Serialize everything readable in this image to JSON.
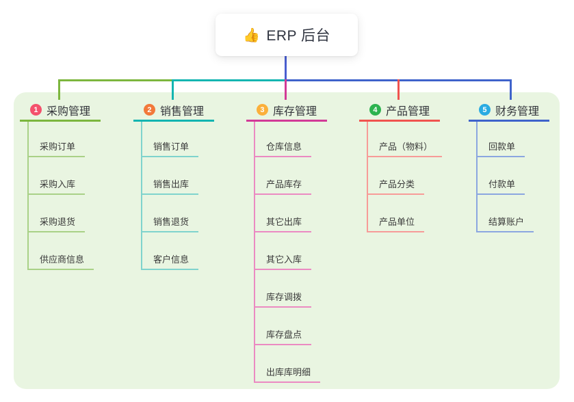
{
  "root": {
    "icon": "👍",
    "label": "ERP 后台"
  },
  "branches": [
    {
      "num": "1",
      "title": "采购管理",
      "badge_color": "#f4516c",
      "line_color": "#7cb63e",
      "child_line_color": "#a9d187",
      "children": [
        "采购订单",
        "采购入库",
        "采购退货",
        "供应商信息"
      ]
    },
    {
      "num": "2",
      "title": "销售管理",
      "badge_color": "#f2793a",
      "line_color": "#13b5b1",
      "child_line_color": "#7fd3cd",
      "children": [
        "销售订单",
        "销售出库",
        "销售退货",
        "客户信息"
      ]
    },
    {
      "num": "3",
      "title": "库存管理",
      "badge_color": "#fbb03b",
      "line_color": "#d23a97",
      "child_line_color": "#eb8ac2",
      "children": [
        "仓库信息",
        "产品库存",
        "其它出库",
        "其它入库",
        "库存调拨",
        "库存盘点",
        "出库库明细"
      ]
    },
    {
      "num": "4",
      "title": "产品管理",
      "badge_color": "#2cb34f",
      "line_color": "#f0534f",
      "child_line_color": "#f79b98",
      "children": [
        "产品（物料）",
        "产品分类",
        "产品单位"
      ]
    },
    {
      "num": "5",
      "title": "财务管理",
      "badge_color": "#2aabe2",
      "line_color": "#3f63cb",
      "child_line_color": "#8ba6e0",
      "children": [
        "回款单",
        "付款单",
        "结算账户"
      ]
    }
  ],
  "colors": {
    "page_background": "#ffffff",
    "container_background": "#e9f5e1",
    "root_connector": "#4a5fd0",
    "node_text": "#3a3a3a"
  }
}
